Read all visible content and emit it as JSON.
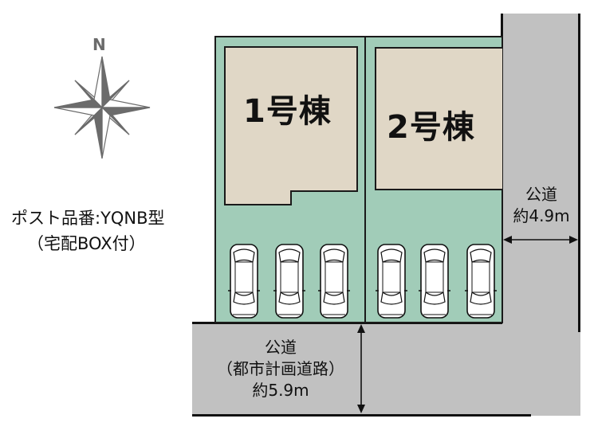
{
  "compass": {
    "label": "N",
    "icon": "compass-rose-icon",
    "color": "#6b6b6b"
  },
  "lots": [
    {
      "label": "1号棟",
      "parking_spaces": 3
    },
    {
      "label": "2号棟",
      "parking_spaces": 3
    }
  ],
  "post_note": {
    "line1": "ポスト品番:YQNB型",
    "line2": "（宅配BOX付）"
  },
  "east_road": {
    "line1": "公道",
    "line2": "約4.9m"
  },
  "south_road": {
    "line1": "公道",
    "line2": "（都市計画道路）",
    "line3": "約5.9m"
  },
  "colors": {
    "lot_green": "#a1ccb8",
    "building_beige": "#e0d7c6",
    "road_gray": "#c1c1c1",
    "outline": "#1a1a1a"
  }
}
